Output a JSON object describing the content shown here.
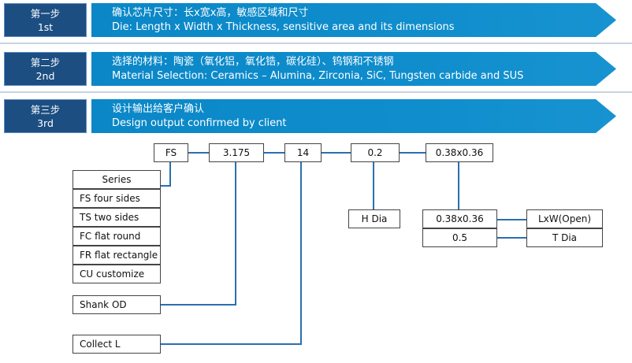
{
  "steps": [
    {
      "label_cn": "第一步",
      "label_en": "1st",
      "title_cn": "确认芯片尺寸：长x宽x高，敏感区域和尺寸",
      "title_en": "Die: Length x Width x Thickness, sensitive area and its dimensions"
    },
    {
      "label_cn": "第二步",
      "label_en": "2nd",
      "title_cn": "选择的材料：陶瓷（氧化铝，氧化锆，碳化硅）、钨钢和不锈钢",
      "title_en": "Material Selection: Ceramics – Alumina, Zirconia, SiC,  Tungsten carbide and SUS"
    },
    {
      "label_cn": "第三步",
      "label_en": "3rd",
      "title_cn": "设计输出给客户确认",
      "title_en": "Design output confirmed by client"
    }
  ],
  "code": {
    "series": "FS",
    "shank": "3.175",
    "collect": "14",
    "hdia": "0.2",
    "lxw": "0.38x0.36"
  },
  "series_list": [
    "Series",
    "FS four sides",
    "TS two sides",
    "FC flat round",
    "FR flat rectangle",
    "CU customize"
  ],
  "labels": {
    "shank_od": "Shank OD",
    "collect_l": "Collect L",
    "h_dia": "H Dia",
    "lxw_value": "0.38x0.36",
    "lxw_label": "LxW(Open)",
    "t_value": "0.5",
    "t_label": "T Dia"
  },
  "colors": {
    "badge": "#1c4e82",
    "banner": "#0f8dcc",
    "connector": "#2a6fb0"
  }
}
